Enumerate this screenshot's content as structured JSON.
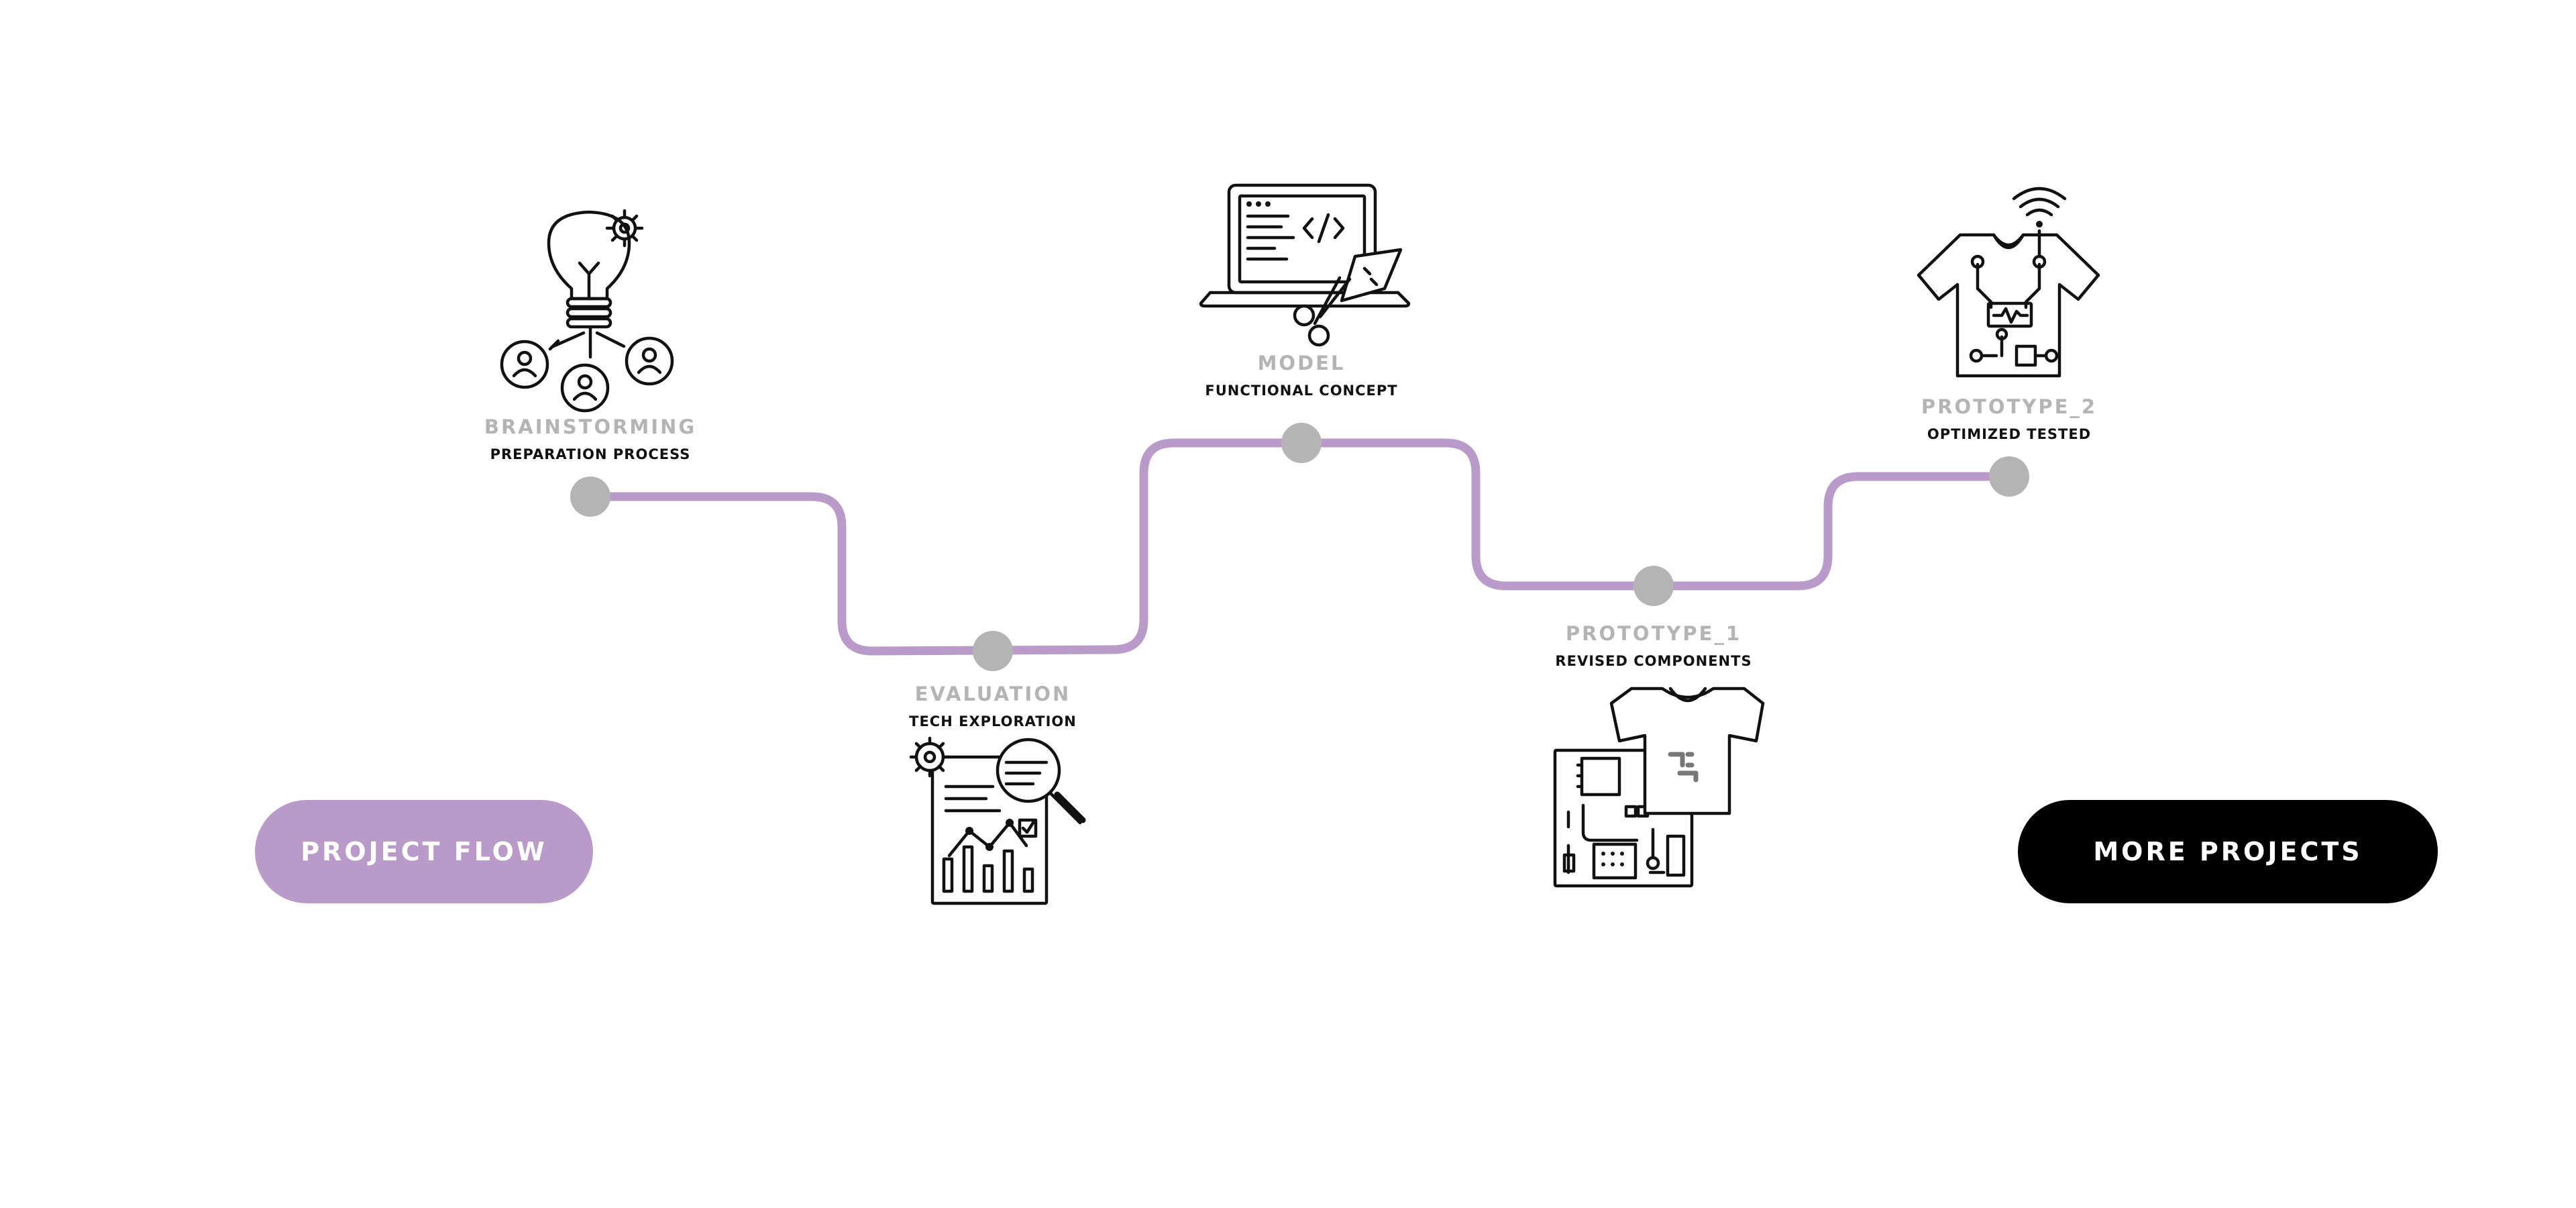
{
  "colors": {
    "path": "#b99ac8",
    "node": "#b4b4b4",
    "title": "#b4b4b4",
    "subtitle": "#111111",
    "left_button": "#b99ac8",
    "right_button": "#000000"
  },
  "stages": [
    {
      "title": "BRAINSTORMING",
      "subtitle": "PREPARATION PROCESS",
      "icon": "brainstorm-icon"
    },
    {
      "title": "EVALUATION",
      "subtitle": "TECH EXPLORATION",
      "icon": "evaluation-icon"
    },
    {
      "title": "MODEL",
      "subtitle": "FUNCTIONAL CONCEPT",
      "icon": "laptop-icon"
    },
    {
      "title": "PROTOTYPE_1",
      "subtitle": "REVISED COMPONENTS",
      "icon": "shirt-circuit-icon"
    },
    {
      "title": "PROTOTYPE_2",
      "subtitle": "OPTIMIZED TESTED",
      "icon": "smart-shirt-icon"
    }
  ],
  "buttons": {
    "left_label": "PROJECT FLOW",
    "right_label": "MORE PROJECTS"
  }
}
